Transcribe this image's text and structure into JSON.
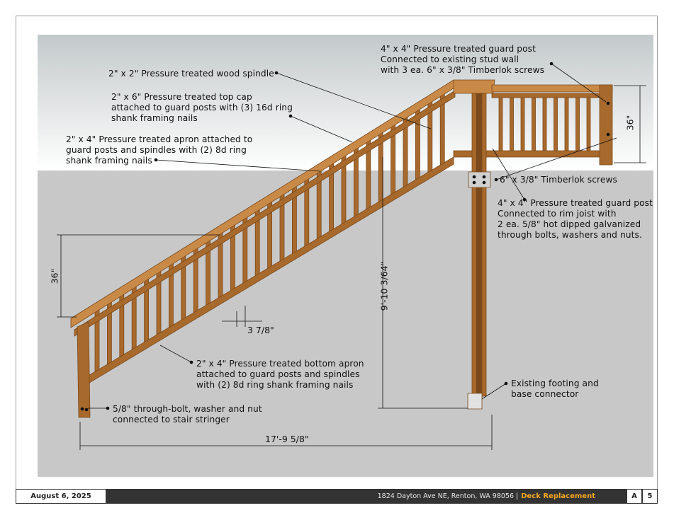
{
  "notes": {
    "spindle": "2\" x 2\" Pressure treated wood spindle",
    "top_cap": "2\" x 6\" Pressure treated top cap\nattached to guard posts with (3) 16d ring\nshank framing nails",
    "apron": "2\" x 4\" Pressure treated apron attached to\nguard posts and spindles with (2) 8d ring\nshank framing nails",
    "guard_post_wall": "4\" x 4\" Pressure treated guard post\nConnected to existing stud wall\nwith 3 ea. 6\" x 3/8\" Timberlok screws",
    "timberlok": "6\" x 3/8\" Timberlok screws",
    "guard_post_rim": "4\" x 4\" Pressure treated guard post\nConnected to rim joist with\n2 ea. 5/8\" hot dipped galvanized\nthrough bolts, washers and nuts.",
    "bottom_apron": "2\" x 4\" Pressure treated bottom apron\nattached to guard posts and spindles\nwith (2) 8d ring shank framing nails",
    "through_bolt": "5/8\" through-bolt, washer and nut\nconnected to stair stringer",
    "footing": "Existing footing and\nbase connector"
  },
  "dimensions": {
    "guard_height_left": "36\"",
    "guard_height_right": "36\"",
    "spindle_spacing": "3 7/8\"",
    "post_height": "9'-10 3/64\"",
    "run_length": "17'-9 5/8\""
  },
  "colors": {
    "wood": "#a8692c",
    "wood_dark": "#7a4a1c",
    "wood_light": "#c98a48",
    "ground": "#c8c8c8",
    "sky_top": "#c3c9ca",
    "sky_bottom": "#ffffff",
    "accent": "#f5a623"
  },
  "titleblock": {
    "date": "August 6, 2025",
    "address": "1824 Dayton Ave NE, Renton, WA 98056",
    "project": "Deck Replacement",
    "sheet_letter": "A",
    "sheet_number": "5"
  }
}
